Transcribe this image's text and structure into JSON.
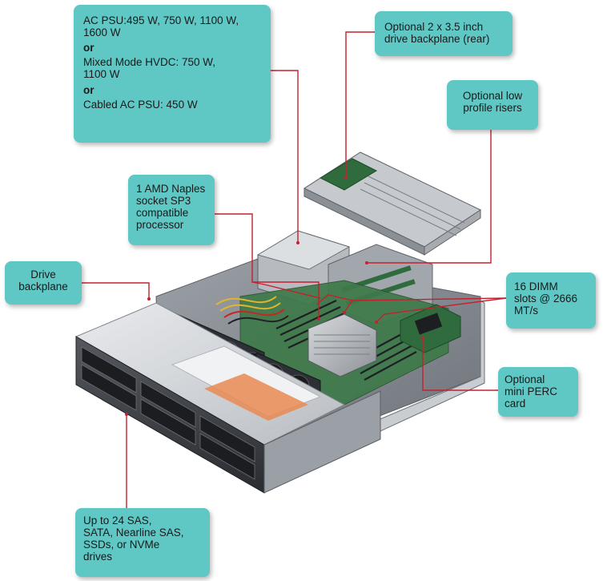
{
  "callouts": {
    "psu": {
      "line1": "AC PSU:495 W, 750 W, 1100 W,",
      "line2": "1600 W",
      "or1": "or",
      "line3": "Mixed Mode HVDC: 750 W,",
      "line4": "1100 W",
      "or2": "or",
      "line5": "Cabled AC PSU: 450 W"
    },
    "rear_backplane": {
      "line1": "Optional 2 x 3.5 inch",
      "line2": "drive backplane (rear)"
    },
    "risers": {
      "line1": "Optional low",
      "line2": "profile risers"
    },
    "processor": {
      "line1": "1 AMD Naples",
      "line2": "socket SP3",
      "line3": "compatible",
      "line4": "processor"
    },
    "drive_backplane": {
      "line1": "Drive",
      "line2": "backplane"
    },
    "dimm": {
      "line1": "16 DIMM",
      "line2": "slots @ 2666",
      "line3": "MT/s"
    },
    "perc": {
      "line1": "Optional",
      "line2": "mini PERC",
      "line3": "card"
    },
    "drives": {
      "line1": "Up to 24 SAS,",
      "line2": "SATA, Nearline SAS,",
      "line3": "SSDs, or NVMe",
      "line4": "drives"
    }
  },
  "colors": {
    "callout_fill": "#5fc7c4",
    "leader_line": "#c4202f",
    "chassis_light": "#d9dcdf",
    "chassis_dark": "#3a3d42"
  }
}
